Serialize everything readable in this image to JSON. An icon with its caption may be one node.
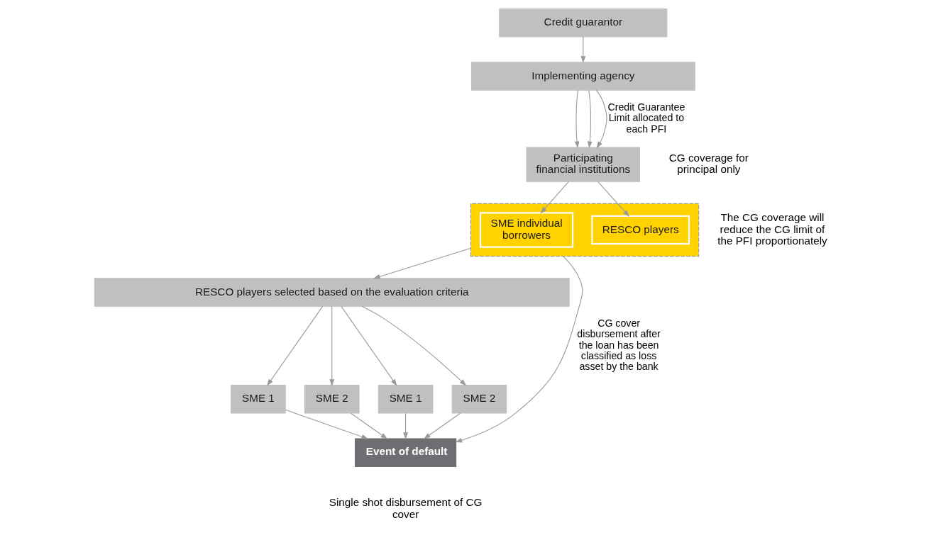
{
  "diagram": {
    "nodes": [
      {
        "text": [
          "Credit guarantor"
        ]
      },
      {
        "text": [
          "Implementing agency"
        ]
      },
      {
        "text": [
          "Participating financial institutions"
        ]
      },
      {
        "text": [],
        "shape": "box"
      },
      {
        "text": [
          "SME individual borrowers"
        ],
        "in": 3
      },
      {
        "text": [
          "RESCO players"
        ],
        "in": 3
      },
      {
        "text": [
          "RESCO players selected based on the evaluation criteria"
        ]
      },
      {
        "text": [
          "SME 1"
        ]
      },
      {
        "text": [
          "SME 2"
        ]
      },
      {
        "text": [
          "SME 1"
        ]
      },
      {
        "text": [
          "SME 2"
        ]
      },
      {
        "text": [
          "Event of default"
        ],
        "beside": [
          "Single shot disbursement of CG cover"
        ]
      }
    ],
    "edges": [
      {
        "from": 0,
        "to": 1,
        "arrow": "to"
      },
      {
        "from": 1,
        "to": 2,
        "arrow": "to"
      },
      {
        "from": 1,
        "to": 2,
        "arrow": "to"
      },
      {
        "from": 1,
        "to": 2,
        "arrow": "to",
        "label": "Credit Guarantee Limit allocated to each PFI"
      },
      {
        "from": 2,
        "to": 4,
        "arrow": "to"
      },
      {
        "from": 2,
        "to": 5,
        "arrow": "to"
      },
      {
        "from": 3,
        "to": 6,
        "arrow": "to"
      },
      {
        "from": 3,
        "to": 11,
        "arrow": "to",
        "label": "CG cover disbursement after the loan has been classified as loss asset by the bank"
      },
      {
        "from": 6,
        "to": 7,
        "arrow": "to"
      },
      {
        "from": 6,
        "to": 8,
        "arrow": "to"
      },
      {
        "from": 6,
        "to": 9,
        "arrow": "to"
      },
      {
        "from": 6,
        "to": 10,
        "arrow": "to"
      },
      {
        "from": 7,
        "to": 11,
        "arrow": "to"
      },
      {
        "from": 8,
        "to": 11,
        "arrow": "to"
      },
      {
        "from": 9,
        "to": 11,
        "arrow": "to"
      },
      {
        "from": 10,
        "to": 11,
        "arrow": "to"
      }
    ],
    "labels": [
      "CG coverage for principal only",
      "The CG coverage will reduce the CG limit of the PFI proportionately"
    ]
  }
}
